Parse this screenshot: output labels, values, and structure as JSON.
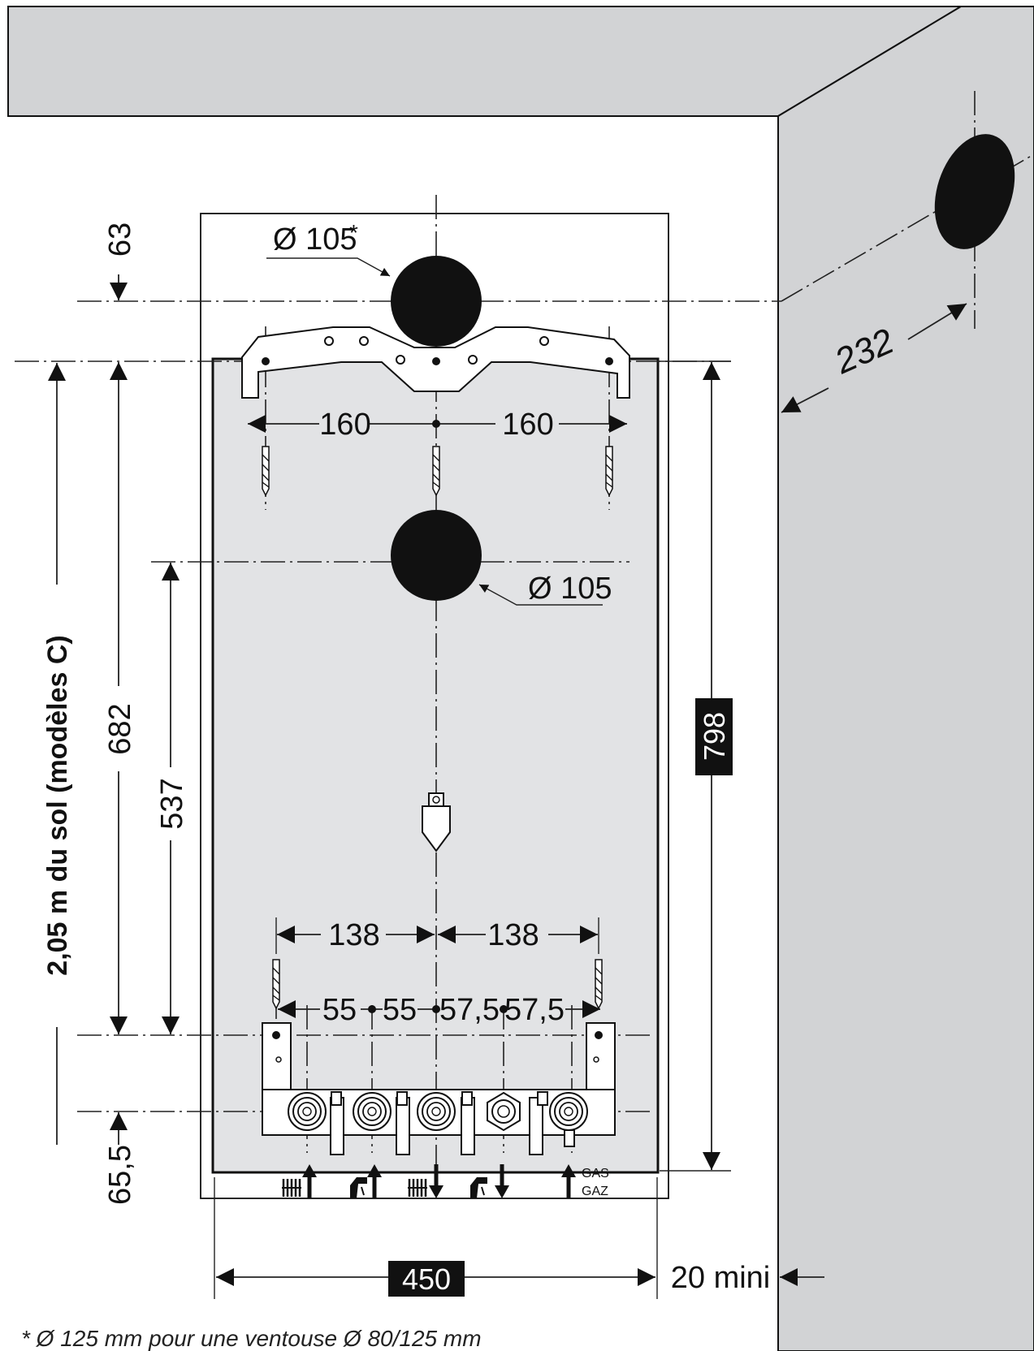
{
  "colors": {
    "wall": "#d2d3d5",
    "template": "#e2e3e5",
    "ink": "#111111",
    "hole": "#111111"
  },
  "holes": {
    "top_label": "Ø 105",
    "top_asterisk": "*",
    "middle_label": "Ø 105"
  },
  "dimensions": {
    "top_offset": "63",
    "bracket_left": "160",
    "bracket_right": "160",
    "side_offset": "232",
    "height_682": "682",
    "height_537": "537",
    "height_798": "798",
    "bottom_offset": "65,5",
    "fix_left": "138",
    "fix_right": "138",
    "pipe_1": "55",
    "pipe_2": "55",
    "pipe_3": "57,5",
    "pipe_4": "57,5",
    "width": "450",
    "clearance": "20 mini"
  },
  "side_note": "2,05 m du sol (modèles C)",
  "gas_label": [
    "GAS",
    "GAZ"
  ],
  "connection_icons": [
    "heating-flow-icon",
    "hot-water-outlet-icon",
    "heating-return-icon",
    "cold-water-inlet-icon",
    "gas-inlet-icon"
  ],
  "footnote": "* Ø 125 mm pour une ventouse Ø 80/125 mm"
}
